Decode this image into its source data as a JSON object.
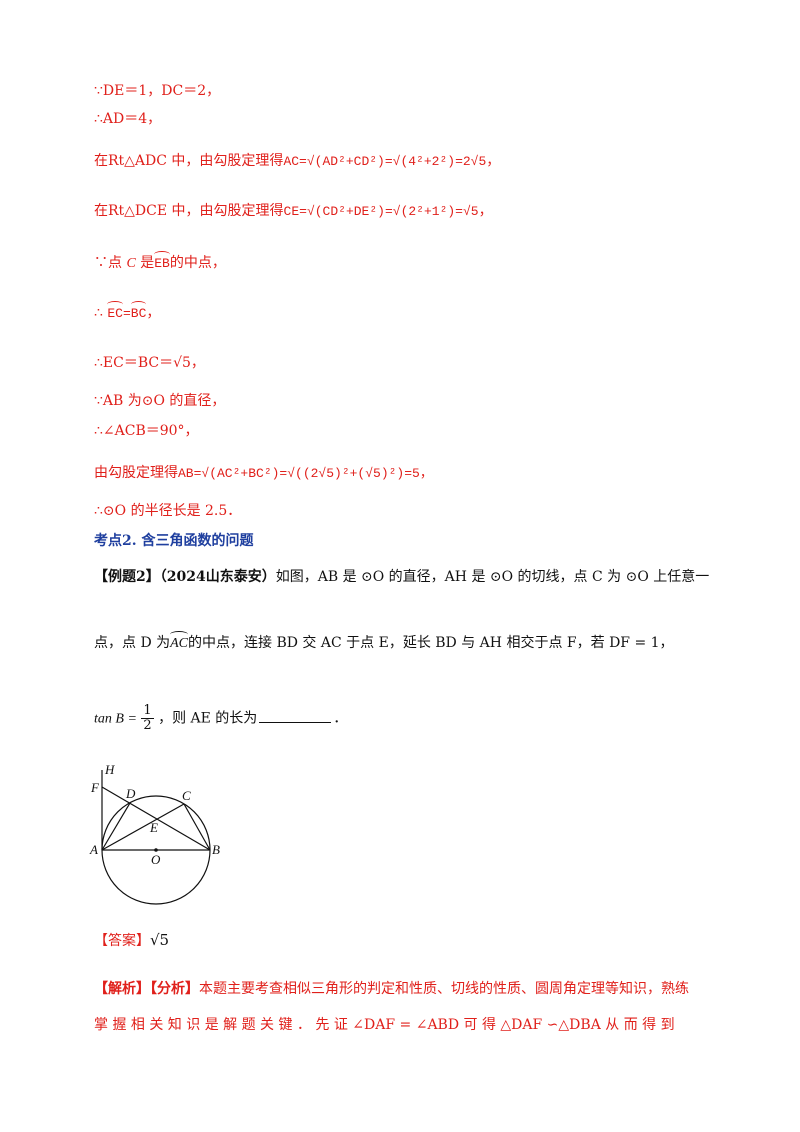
{
  "lines": {
    "l1": "∵DE＝1，DC＝2，",
    "l2": "∴AD＝4，",
    "l3_prefix": "在Rt△ADC 中，由勾股定理得",
    "l3_math": "AC=√(AD²+CD²)=√(4²+2²)=2√5",
    "l4_prefix": "在Rt△DCE 中，由勾股定理得",
    "l4_math": "CE=√(CD²+DE²)=√(2²+1²)=√5",
    "l5_prefix": "∵点",
    "l5_c": "C",
    "l5_mid": "是",
    "l5_arc": "EB",
    "l5_suffix": "的中点，",
    "l6_prefix": "∴",
    "l6_arc1": "EC",
    "l6_eq": "=",
    "l6_arc2": "BC",
    "l6_suffix": "，",
    "l7": "∴EC＝BC＝√5，",
    "l8": "∵AB 为⊙O 的直径，",
    "l9": "∴∠ACB＝90°，",
    "l10_prefix": "由勾股定理得",
    "l10_math": "AB=√(AC²+BC²)=√((2√5)²+(√5)²)=5，",
    "l11": "∴⊙O 的半径长是 2.5．"
  },
  "section": {
    "heading": "考点2.  含三角函数的问题"
  },
  "example": {
    "tag": "【例题2】",
    "source": "（2024山东泰安）",
    "p1": "如图，AB 是 ⊙O 的直径，AH 是 ⊙O 的切线，点 C 为 ⊙O 上任意一",
    "p2_a": "点，点 D 为",
    "p2_arc": "AC",
    "p2_b": "的中点，连接 BD 交 AC 于点 E，延长 BD 与 AH 相交于点 F，若 DF = 1，",
    "p3_a": "tan B =",
    "p3_num": "1",
    "p3_den": "2",
    "p3_b": "，则 AE 的长为",
    "p3_c": "．"
  },
  "figure": {
    "labels": {
      "H": "H",
      "F": "F",
      "D": "D",
      "C": "C",
      "E": "E",
      "A": "A",
      "O": "O",
      "B": "B"
    }
  },
  "answer": {
    "tag": "【答案】",
    "value": "√5"
  },
  "analysis": {
    "tag": "【解析】【分析】",
    "p1": "本题主要考查相似三角形的判定和性质、切线的性质、圆周角定理等知识，熟练",
    "p2": "掌 握 相 关 知 识 是 解 题 关 键 ． 先 证 ∠DAF = ∠ABD 可 得 △DAF ∽△DBA 从 而 得 到"
  },
  "colors": {
    "red": "#e0201b",
    "blue": "#1f3f9f",
    "black": "#111111"
  }
}
